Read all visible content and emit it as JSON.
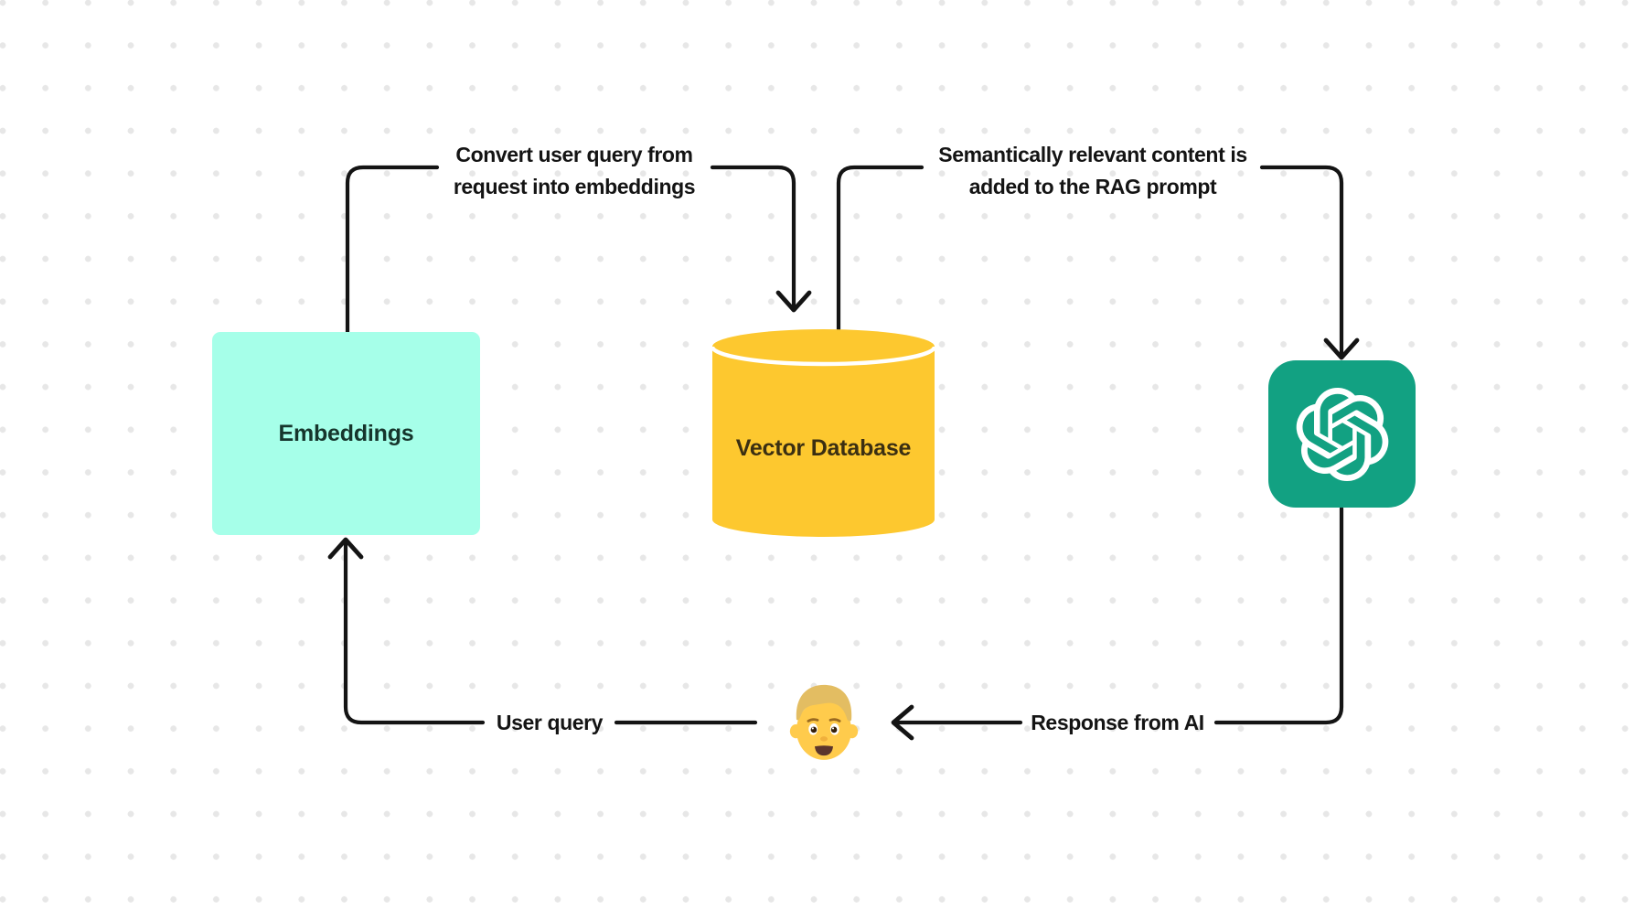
{
  "diagram": {
    "background": {
      "color": "#FFFFFF",
      "dot_color": "#E7E7E7"
    },
    "line_color": "#141414",
    "nodes": {
      "embeddings": {
        "label": "Embeddings",
        "fill": "#A6FFE9",
        "text_color": "#16352C"
      },
      "vector_database": {
        "label": "Vector Database",
        "fill": "#FDC82F",
        "divider_color": "#FFFFFF",
        "text_color": "#3B2F12"
      },
      "openai": {
        "icon": "openai-logo",
        "fill": "#12A182",
        "mark_color": "#FFFFFF"
      },
      "user": {
        "icon": "person-blond-emoji"
      }
    },
    "edges": {
      "embeddings_to_vectordb": {
        "line1": "Convert user query from",
        "line2": "request into embeddings"
      },
      "vectordb_to_openai": {
        "line1": "Semantically relevant content is",
        "line2": "added to the RAG prompt"
      },
      "openai_to_user": {
        "label": "Response from AI"
      },
      "user_to_embeddings": {
        "label": "User query"
      }
    }
  }
}
